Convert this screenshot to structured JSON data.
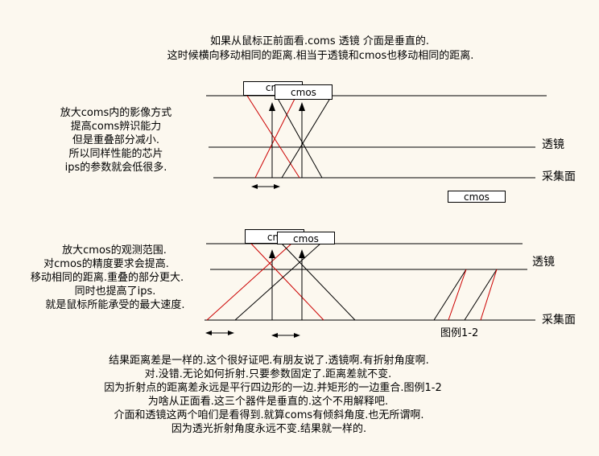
{
  "title": {
    "line1": "如果从鼠标正前面看.coms 透镜 介面是垂直的.",
    "line2": "这时候横向移动相同的距离.相当于透镜和cmos也移动相同的距离."
  },
  "diagram1": {
    "notes": [
      "放大coms内的影像方式",
      "提高coms辨识能力",
      "但是重叠部分减小.",
      "所以同样性能的芯片",
      "ips的参数就会低很多."
    ],
    "box_back_label": "cm",
    "box_front_label": "cmos",
    "lens_label": "透镜",
    "collector_label": "采集面"
  },
  "floating_cmos_label": "cmos",
  "diagram2": {
    "notes": [
      "放大cmos的观测范围.",
      "对cmos的精度要求会提高.",
      "移动相同的距离.重叠的部分更大.",
      "同时也提高了ips.",
      "就是鼠标所能承受的最大速度."
    ],
    "box_back_label": "cm",
    "box_front_label": "cmos",
    "lens_label": "透镜",
    "collector_label": "采集面",
    "figure_label": "图例1-2"
  },
  "conclusion": [
    "结果距离差是一样的.这个很好证吧.有朋友说了.透镜啊.有折射角度啊.",
    "对.没错.无论如何折射.只要参数固定了.距离差就不变.",
    "因为折射点的距离差永远是平行四边形的一边.并矩形的一边重合.图例1-2",
    "为啥从正面看.这三个器件是垂直的.这个不用解释吧.",
    "介面和透镜这两个咱们是看得到.就算coms有倾斜角度.也无所谓啊.",
    "因为透光折射角度永远不变.结果就一样的."
  ],
  "colors": {
    "background": "#fcf8ef",
    "line": "#000000",
    "ray_red": "#cc0000"
  }
}
